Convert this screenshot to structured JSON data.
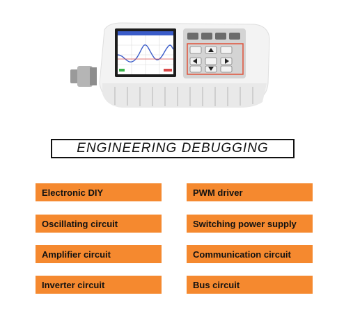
{
  "product": {
    "image_label": "handheld-oscilloscope",
    "colors": {
      "body": "#f4f4f4",
      "screen_bg": "#ffffff",
      "waveform": "#3a5cc9",
      "key_border": "#e0523a",
      "keypad": "#c8c8c8"
    }
  },
  "title": "ENGINEERING DEBUGGING",
  "tags": {
    "left": [
      "Electronic DIY",
      "Oscillating circuit",
      "Amplifier circuit",
      "Inverter circuit"
    ],
    "right": [
      "PWM driver",
      "Switching power supply",
      "Communication circuit",
      "Bus circuit"
    ]
  },
  "colors": {
    "tag_bg": "#f5892f",
    "text": "#111111"
  }
}
